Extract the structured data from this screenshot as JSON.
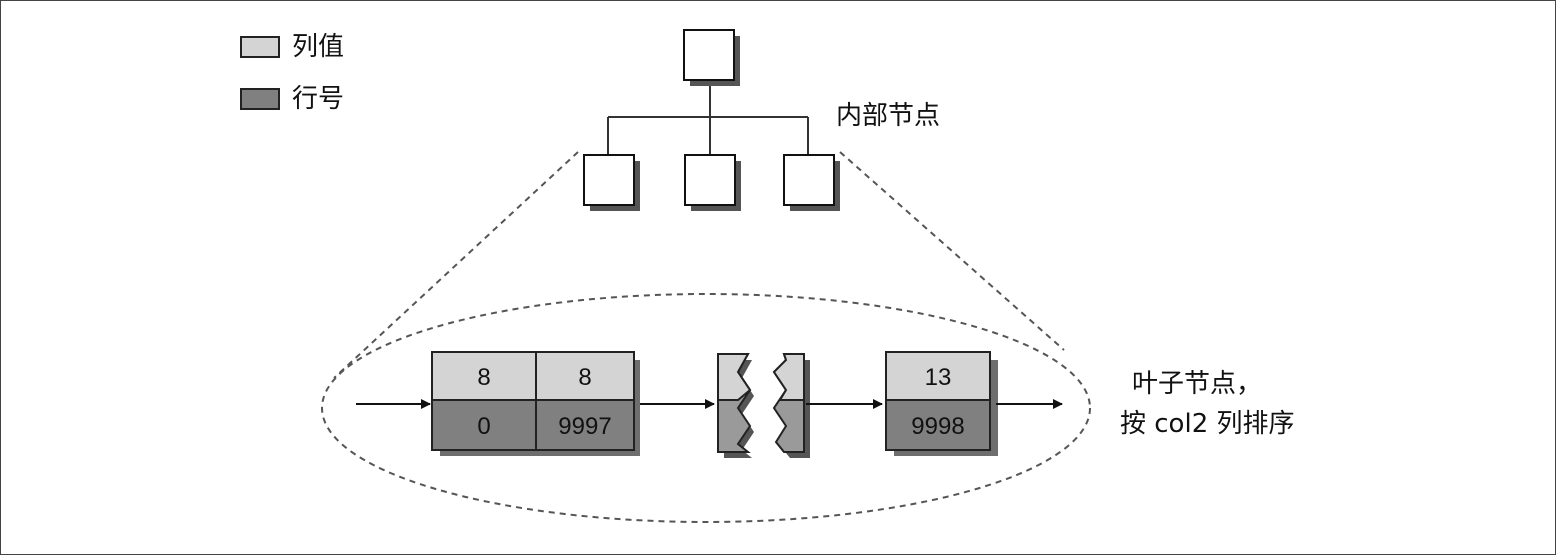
{
  "legend": {
    "items": [
      {
        "label": "列值",
        "color": "#d4d4d4"
      },
      {
        "label": "行号",
        "color": "#808080"
      }
    ]
  },
  "labels": {
    "internal_nodes": "内部节点",
    "leaf_nodes_line1": "叶子节点，",
    "leaf_nodes_line2": "按 col2 列排序"
  },
  "leaf_pages": [
    {
      "column_values": [
        "8",
        "8"
      ],
      "row_numbers": [
        "0",
        "9997"
      ]
    },
    {
      "column_values": [
        "13"
      ],
      "row_numbers": [
        "9998"
      ]
    }
  ],
  "colors": {
    "column_value_fill": "#d4d4d4",
    "row_number_fill": "#808080",
    "shadow": "#7a7a7a",
    "line": "#111111"
  }
}
